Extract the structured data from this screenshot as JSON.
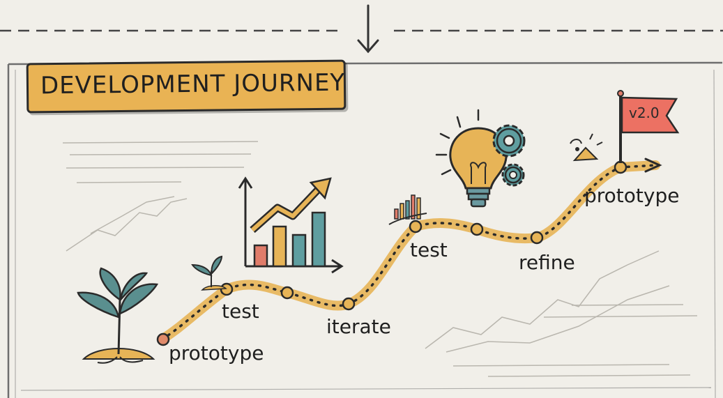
{
  "title": "DEVELOPMENT JOURNEY",
  "stages": [
    {
      "label": "prototype"
    },
    {
      "label": "test"
    },
    {
      "label": "iterate"
    },
    {
      "label": "test"
    },
    {
      "label": "refine"
    },
    {
      "label": "prototype"
    }
  ],
  "flag_text": "v2.0",
  "colors": {
    "path": "#e7b457",
    "node_start": "#e08a6a",
    "node": "#e7b457",
    "leaf": "#5a8f8f",
    "bar_red": "#e07c6a",
    "bar_yellow": "#e7b457",
    "bar_teal": "#5f9ea0",
    "flag": "#ec7163",
    "background": "#f1efe9"
  },
  "icons": [
    "sprout-icon",
    "bar-chart-icon",
    "lightbulb-icon",
    "gear-icon",
    "flag-icon",
    "down-arrow-icon"
  ]
}
